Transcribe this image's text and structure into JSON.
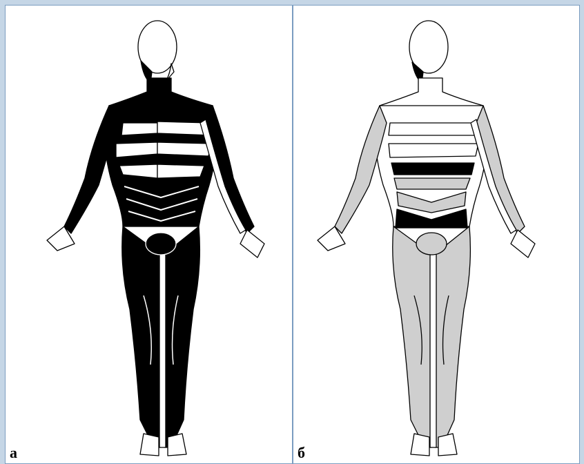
{
  "panels": [
    {
      "label": "а",
      "shading": "dark"
    },
    {
      "label": "б",
      "shading": "light"
    }
  ],
  "colors": {
    "background": "#c5d6e6",
    "panel": "#ffffff",
    "border": "#7a9cc0",
    "ink": "#000000",
    "grey": "#cfcfcf"
  }
}
